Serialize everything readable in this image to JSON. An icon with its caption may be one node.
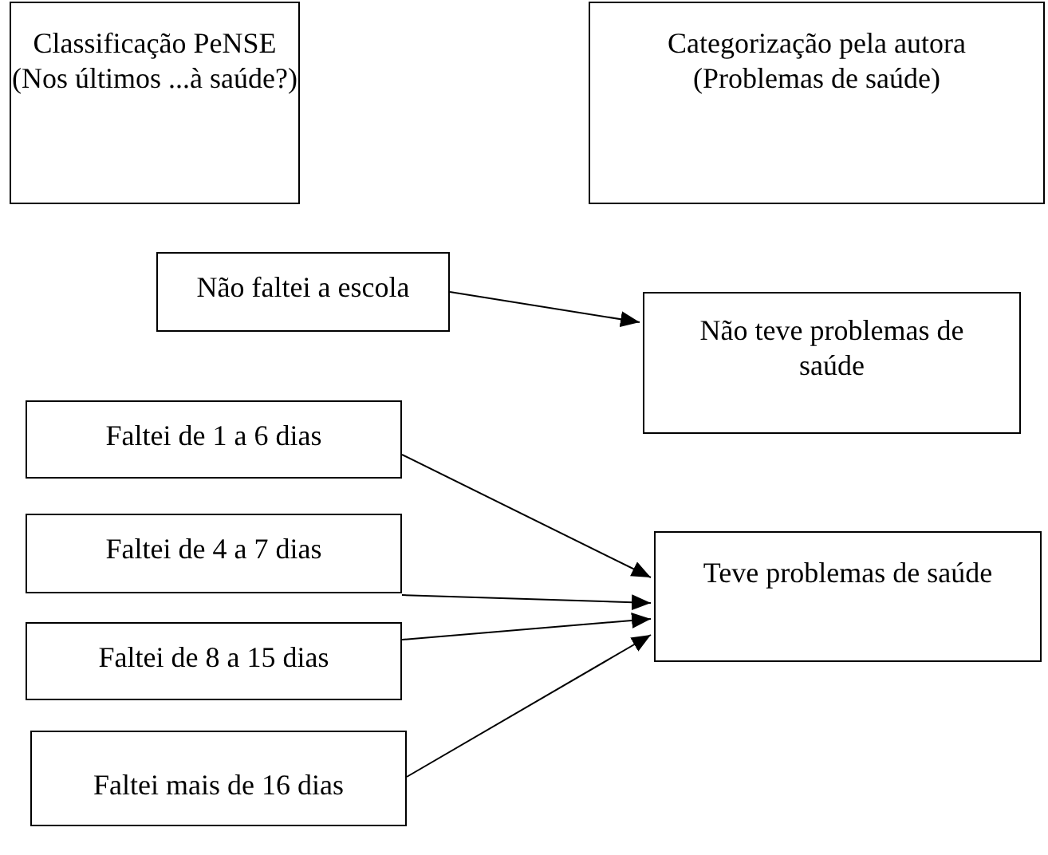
{
  "diagram": {
    "nodes": [
      {
        "text": [
          "Classificação PeNSE",
          "(Nos últimos ...à saúde?)"
        ]
      },
      {
        "text": [
          "Categorização pela autora",
          "(Problemas de saúde)"
        ]
      },
      {
        "text": [
          "Não faltei a escola"
        ]
      },
      {
        "text": [
          "Não teve problemas de saúde"
        ]
      },
      {
        "text": [
          "Faltei de 1 a 6 dias"
        ]
      },
      {
        "text": [
          "Faltei de 4 a 7 dias"
        ]
      },
      {
        "text": [
          "Faltei de 8 a 15 dias"
        ]
      },
      {
        "text": [
          "Faltei mais de 16 dias"
        ]
      },
      {
        "text": [
          "Teve problemas de saúde"
        ]
      }
    ],
    "edges": [
      {
        "from": 2,
        "to": 3,
        "arrow": "to"
      },
      {
        "from": 4,
        "to": 8,
        "arrow": "to"
      },
      {
        "from": 5,
        "to": 8,
        "arrow": "to"
      },
      {
        "from": 6,
        "to": 8,
        "arrow": "to"
      },
      {
        "from": 7,
        "to": 8,
        "arrow": "to"
      }
    ]
  }
}
